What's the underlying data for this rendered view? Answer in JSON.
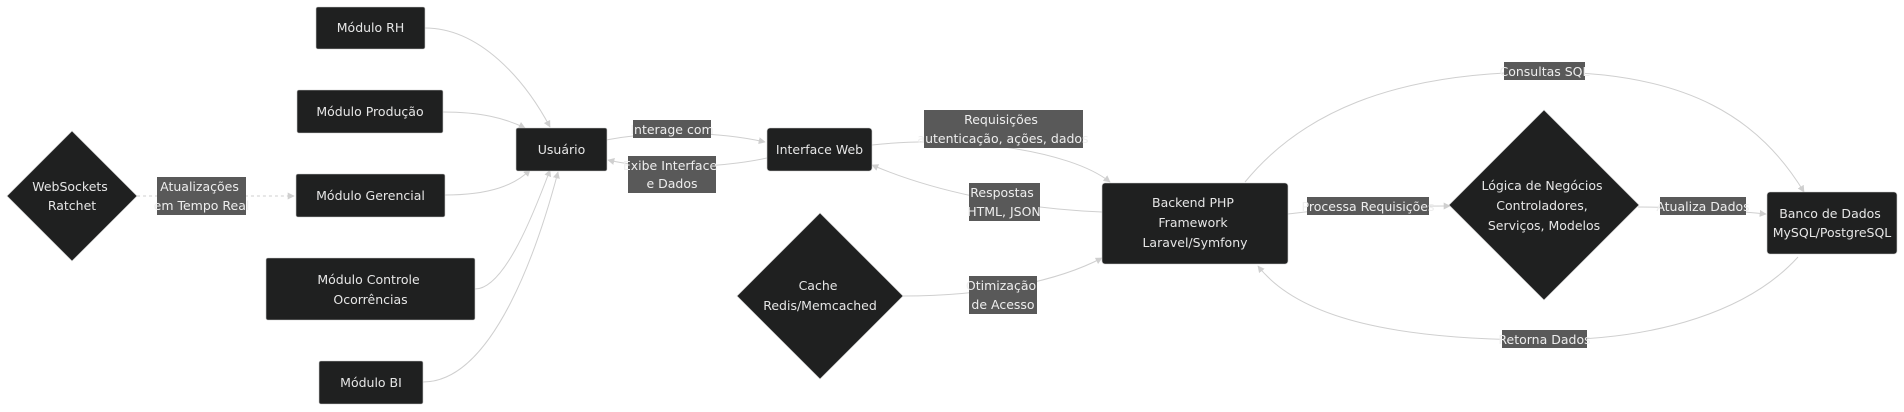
{
  "nodes": {
    "modulo_rh": [
      "Módulo RH"
    ],
    "modulo_producao": [
      "Módulo Produção"
    ],
    "modulo_gerencial": [
      "Módulo Gerencial"
    ],
    "modulo_controle": [
      "Módulo Controle",
      "Ocorrências"
    ],
    "modulo_bi": [
      "Módulo BI"
    ],
    "websockets": [
      "WebSockets",
      "Ratchet"
    ],
    "usuario": [
      "Usuário"
    ],
    "interface_web": [
      "Interface Web"
    ],
    "cache": [
      "Cache",
      "Redis/Memcached"
    ],
    "backend": [
      "Backend PHP",
      "Framework",
      "Laravel/Symfony"
    ],
    "logica": [
      "Lógica de Negócios",
      "Controladores,",
      "Serviços, Modelos"
    ],
    "banco": [
      "Banco de Dados",
      "MySQL/PostgreSQL"
    ]
  },
  "edge_labels": {
    "interage_com": [
      "Interage com"
    ],
    "exibe_interface": [
      "Exibe Interface",
      "e Dados"
    ],
    "requisicoes": [
      "Requisições",
      "autenticação, ações, dados"
    ],
    "respostas": [
      "Respostas",
      "HTML, JSON"
    ],
    "otimizacao": [
      "Otimização",
      "de Acesso"
    ],
    "atualizacoes": [
      "Atualizações",
      "em Tempo Real"
    ],
    "processa": [
      "Processa Requisições"
    ],
    "consultas": [
      "Consultas SQL"
    ],
    "atualiza": [
      "Atualiza Dados"
    ],
    "retorna": [
      "Retorna Dados"
    ]
  },
  "colors": {
    "node_fill": "#1f2020",
    "node_text": "#e6e6e6",
    "edge_stroke": "#cfcfcf",
    "label_bg": "#595959"
  }
}
